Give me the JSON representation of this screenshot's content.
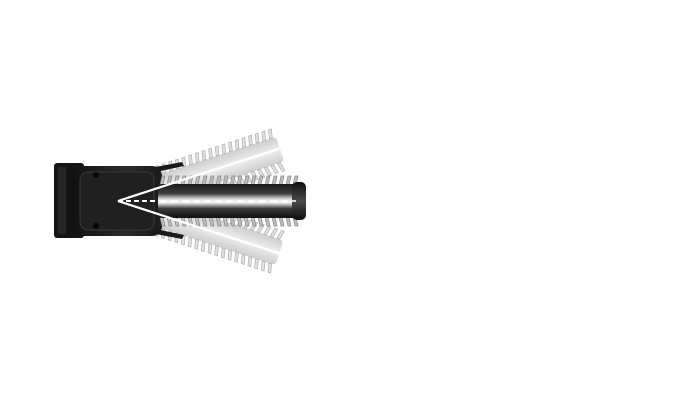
{
  "image": {
    "subject": "motor-unit-with-swivel-brush",
    "colors": {
      "background": "#ffffff",
      "housing": "#1b1b1b",
      "housing_highlight": "#3a3a3a",
      "tube_dark": "#151515",
      "tube_light": "#d9d9d9",
      "bristle_light": "#cfcfcf",
      "bristle_mid": "#b8b8b8",
      "guide_line": "#ffffff"
    },
    "swivel": {
      "positions_shown": 3,
      "angle_degrees": 18
    }
  }
}
